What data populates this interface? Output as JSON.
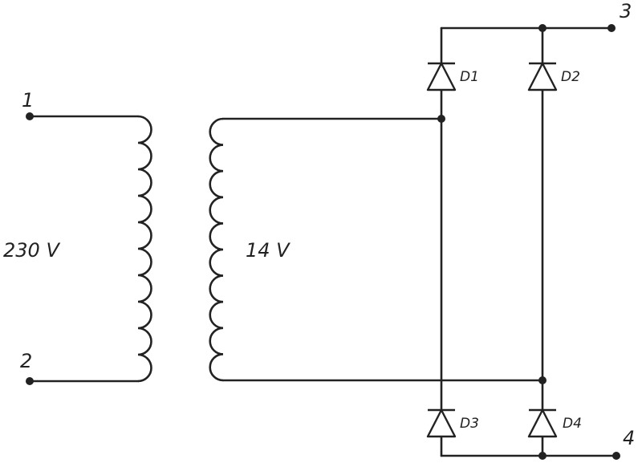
{
  "terminals": {
    "t1": "1",
    "t2": "2",
    "t3": "3",
    "t4": "4"
  },
  "primary_voltage": "230 V",
  "secondary_voltage": "14 V",
  "diodes": {
    "d1": "D1",
    "d2": "D2",
    "d3": "D3",
    "d4": "D4"
  }
}
